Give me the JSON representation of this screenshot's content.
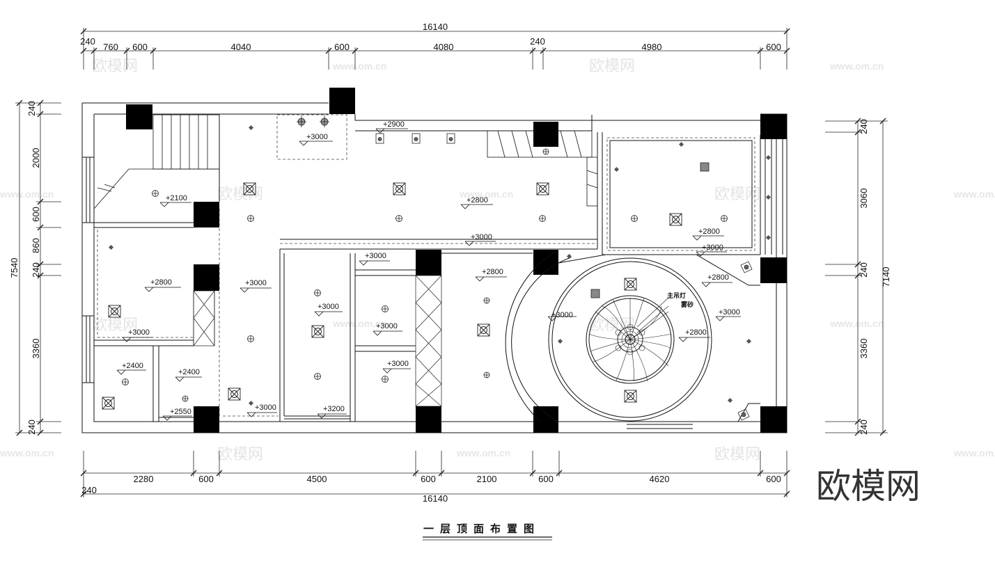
{
  "title": "一层顶面布置图",
  "brand_logo_text": "欧模网",
  "watermarks": {
    "cn": "欧模网",
    "url": "www.om.cn"
  },
  "overall_dims": {
    "top_total": "16140",
    "bottom_total": "16140",
    "left_total": "7540",
    "right_total": "7140"
  },
  "top_dims": [
    "240",
    "760",
    "600",
    "4040",
    "600",
    "4080",
    "240",
    "4980",
    "600"
  ],
  "bottom_dims": [
    "240",
    "2280",
    "600",
    "4500",
    "600",
    "2100",
    "600",
    "4620",
    "600"
  ],
  "left_dims": [
    "240",
    "2000",
    "600",
    "860",
    "240",
    "3360",
    "240"
  ],
  "right_dims": [
    "240",
    "3060",
    "240",
    "3360",
    "240"
  ],
  "elevations": [
    "+3000",
    "+2900",
    "+2100",
    "+2800",
    "+3000",
    "+2800",
    "+3000",
    "+3000",
    "+2800",
    "+2800",
    "+3000",
    "+2800",
    "+3000",
    "+3000",
    "+2800",
    "+3000",
    "+3000",
    "+3000",
    "+3000",
    "+2400",
    "+2400",
    "+2550",
    "+3000",
    "+3200"
  ],
  "notes": {
    "main_light": "主吊灯",
    "frosted": "雾砂"
  }
}
